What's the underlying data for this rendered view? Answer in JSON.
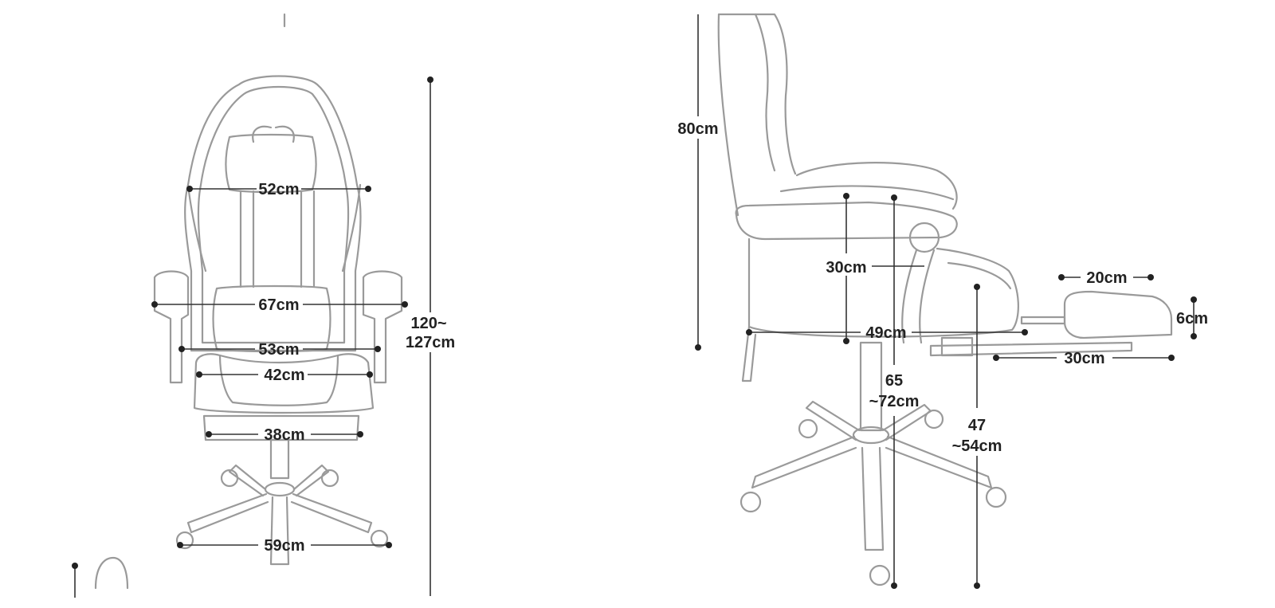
{
  "front_view": {
    "dimensions": {
      "headrest_width": "52cm",
      "armrest_span": "67cm",
      "backrest_width": "53cm",
      "seat_width": "42cm",
      "footrest_width": "38cm",
      "base_width": "59cm",
      "total_height_line1": "120~",
      "total_height_line2": "127cm"
    }
  },
  "side_view": {
    "dimensions": {
      "backrest_height": "80cm",
      "armrest_height": "30cm",
      "seat_depth": "49cm",
      "armrest_floor_line1": "65",
      "armrest_floor_line2": "~72cm",
      "seat_height_line1": "47",
      "seat_height_line2": "~54cm",
      "footrest_depth": "20cm",
      "footrest_thickness": "6cm",
      "footrest_extension": "30cm"
    }
  },
  "colors": {
    "outline": "#9a9a9a",
    "dimension": "#222222"
  }
}
